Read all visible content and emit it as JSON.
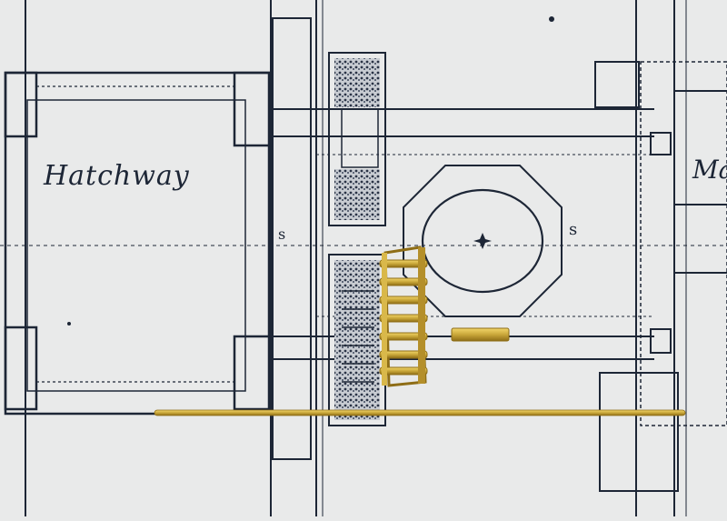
{
  "drawing": {
    "labels": {
      "hatchway": "Hatchway",
      "right_partial": "Ma",
      "mark_left": "s",
      "mark_right": "s"
    },
    "colors": {
      "paper": "#e9eaea",
      "ink": "#1d2636",
      "brass": "#c9a73a",
      "brass_dark": "#8e6d16"
    }
  }
}
